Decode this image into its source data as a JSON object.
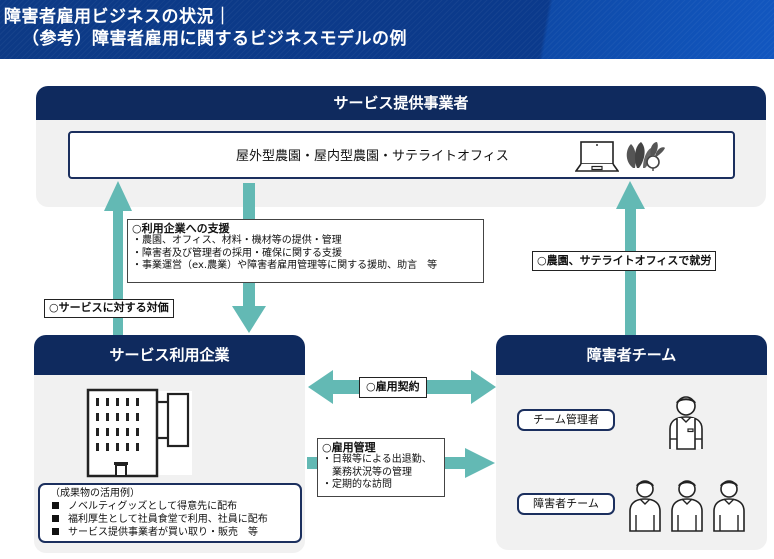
{
  "header": {
    "title_line1": "障害者雇用ビジネスの状況｜",
    "title_line2": "（参考）障害者雇用に関するビジネスモデルの例"
  },
  "colors": {
    "banner": "#0b3a8c",
    "panel_header": "#0f2a5e",
    "panel_bg": "#f1f1f1",
    "arrow": "#63b9b4",
    "border": "#1b2f5e"
  },
  "provider": {
    "title": "サービス提供事業者",
    "facilities": "屋外型農園・屋内型農園・サテライトオフィス",
    "icons": [
      "laptop-icon",
      "vegetables-icon"
    ]
  },
  "support": {
    "heading": "○利用企業への支援",
    "items": [
      "・農園、オフィス、材料・機材等の提供・管理",
      "・障害者及び管理者の採用・確保に関する支援",
      "・事業運営（ex.農業）や障害者雇用管理等に関する援助、助言　等"
    ]
  },
  "payment_label": "○サービスに対する対価",
  "work_label": "○農園、サテライトオフィスで就労",
  "company": {
    "title": "サービス利用企業",
    "icon": "office-building-icon",
    "results": {
      "heading": "（成果物の活用例）",
      "items": [
        "ノベルティグッズとして得意先に配布",
        "福利厚生として社員食堂で利用、社員に配布",
        "サービス提供事業者が買い取り・販売　等"
      ]
    }
  },
  "contract_label": "○雇用契約",
  "management": {
    "heading": "○雇用管理",
    "items": [
      "・日報等による出退勤、",
      "　業務状況等の管理",
      "・定期的な訪問"
    ]
  },
  "team": {
    "title": "障害者チーム",
    "roles": [
      {
        "label": "チーム管理者",
        "icon": "manager-person-icon",
        "count": 1
      },
      {
        "label": "障害者チーム",
        "icon": "worker-person-icon",
        "count": 3
      }
    ]
  }
}
